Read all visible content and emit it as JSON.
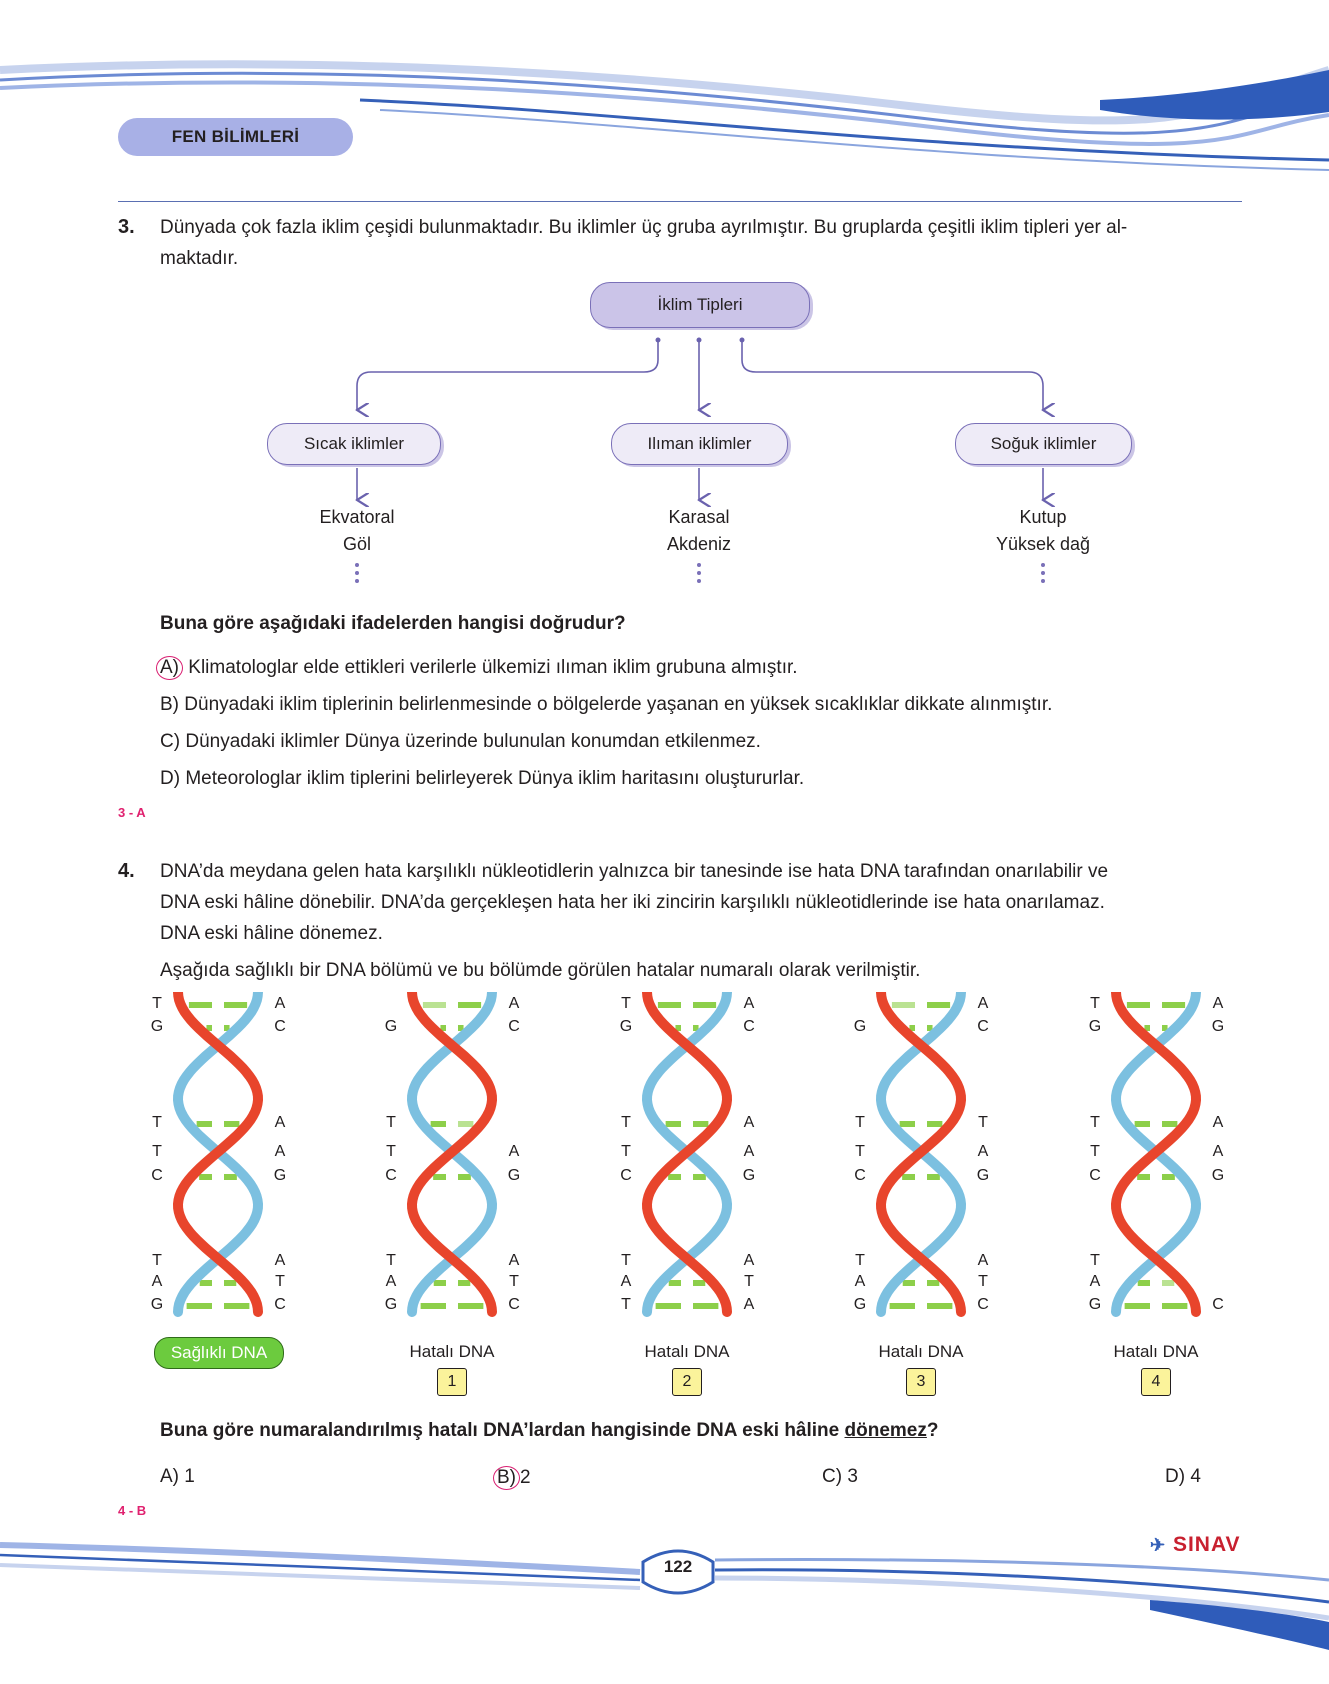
{
  "header": {
    "subject": "FEN BİLİMLERİ"
  },
  "q3": {
    "number": "3.",
    "text_line1": "Dünyada çok fazla iklim çeşidi bulunmaktadır. Bu iklimler üç gruba ayrılmıştır. Bu gruplarda çeşitli iklim tipleri yer al-",
    "text_line2": "maktadır.",
    "diagram": {
      "root": "İklim Tipleri",
      "groups": [
        {
          "name": "Sıcak iklimler",
          "examples": [
            "Ekvatoral",
            "Göl"
          ]
        },
        {
          "name": "Ilıman iklimler",
          "examples": [
            "Karasal",
            "Akdeniz"
          ]
        },
        {
          "name": "Soğuk iklimler",
          "examples": [
            "Kutup",
            "Yüksek dağ"
          ]
        }
      ]
    },
    "prompt": "Buna göre aşağıdaki ifadelerden hangisi doğrudur?",
    "options": [
      {
        "letter": "A)",
        "text": "Klimatologlar elde ettikleri verilerle ülkemizi ılıman iklim grubuna almıştır."
      },
      {
        "letter": "B)",
        "text": "Dünyadaki iklim tiplerinin belirlenmesinde o bölgelerde yaşanan en yüksek sıcaklıklar dikkate alınmıştır."
      },
      {
        "letter": "C)",
        "text": "Dünyadaki iklimler Dünya üzerinde bulunulan konumdan etkilenmez."
      },
      {
        "letter": "D)",
        "text": "Meteorologlar iklim tiplerini belirleyerek Dünya iklim haritasını oluştururlar."
      }
    ],
    "answer_key": "3 - A"
  },
  "q4": {
    "number": "4.",
    "text_lines": [
      "DNA’da meydana gelen hata karşılıklı nükleotidlerin yalnızca bir tanesinde ise hata DNA tarafından onarılabilir ve",
      "DNA eski hâline dönebilir. DNA’da gerçekleşen hata her iki zincirin karşılıklı nükleotidlerinde ise hata onarılamaz.",
      "DNA eski hâline dönemez."
    ],
    "intro": "Aşağıda sağlıklı bir DNA bölümü ve bu bölümde görülen hatalar numaralı olarak verilmiştir.",
    "dna": [
      {
        "label": "Sağlıklı DNA",
        "number": "",
        "left": [
          "T",
          "G",
          "T",
          "T",
          "C",
          "T",
          "A",
          "G"
        ],
        "right": [
          "A",
          "C",
          "A",
          "A",
          "G",
          "A",
          "T",
          "C"
        ]
      },
      {
        "label": "Hatalı DNA",
        "number": "1",
        "left": [
          "",
          "G",
          "T",
          "T",
          "C",
          "T",
          "A",
          "G"
        ],
        "right": [
          "A",
          "C",
          "",
          "A",
          "G",
          "A",
          "T",
          "C"
        ]
      },
      {
        "label": "Hatalı DNA",
        "number": "2",
        "left": [
          "T",
          "G",
          "T",
          "T",
          "C",
          "T",
          "A",
          "T"
        ],
        "right": [
          "A",
          "C",
          "A",
          "A",
          "G",
          "A",
          "T",
          "A"
        ]
      },
      {
        "label": "Hatalı DNA",
        "number": "3",
        "left": [
          "",
          "G",
          "T",
          "T",
          "C",
          "T",
          "A",
          "G"
        ],
        "right": [
          "A",
          "C",
          "T",
          "A",
          "G",
          "A",
          "T",
          "C"
        ]
      },
      {
        "label": "Hatalı DNA",
        "number": "4",
        "left": [
          "T",
          "G",
          "T",
          "T",
          "C",
          "T",
          "A",
          "G"
        ],
        "right": [
          "A",
          "G",
          "A",
          "A",
          "G",
          "",
          "",
          "C"
        ]
      }
    ],
    "prompt_main": "Buna göre numaralandırılmış hatalı DNA’lardan hangisinde DNA eski hâline ",
    "prompt_underlined": "dönemez",
    "prompt_end": "?",
    "options": [
      {
        "letter": "A)",
        "text": "1"
      },
      {
        "letter": "B)",
        "text": "2"
      },
      {
        "letter": "C)",
        "text": "3"
      },
      {
        "letter": "D)",
        "text": "4"
      }
    ],
    "answer_key": "4 - B"
  },
  "footer": {
    "page": "122",
    "logo": "SINAV"
  },
  "colors": {
    "strand_red": "#e8452c",
    "strand_blue": "#7cc0e0",
    "base_pair_green": "#8dcf4a",
    "accent_purple": "#a8b0e6",
    "answer_pink": "#e0216f"
  }
}
